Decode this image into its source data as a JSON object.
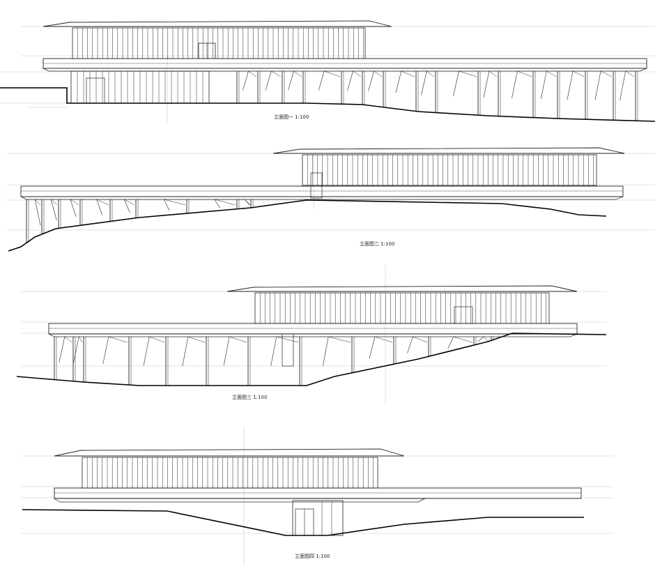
{
  "elevations": [
    {
      "id": "e1",
      "caption": "立面图一 1:100"
    },
    {
      "id": "e2",
      "caption": "立面图二 1:100"
    },
    {
      "id": "e3",
      "caption": "立面图三 1:100"
    },
    {
      "id": "e4",
      "caption": "立面图四 1:100"
    }
  ],
  "colors": {
    "line": "#222222",
    "guide": "#bdbdbd",
    "ground": "#000000"
  }
}
